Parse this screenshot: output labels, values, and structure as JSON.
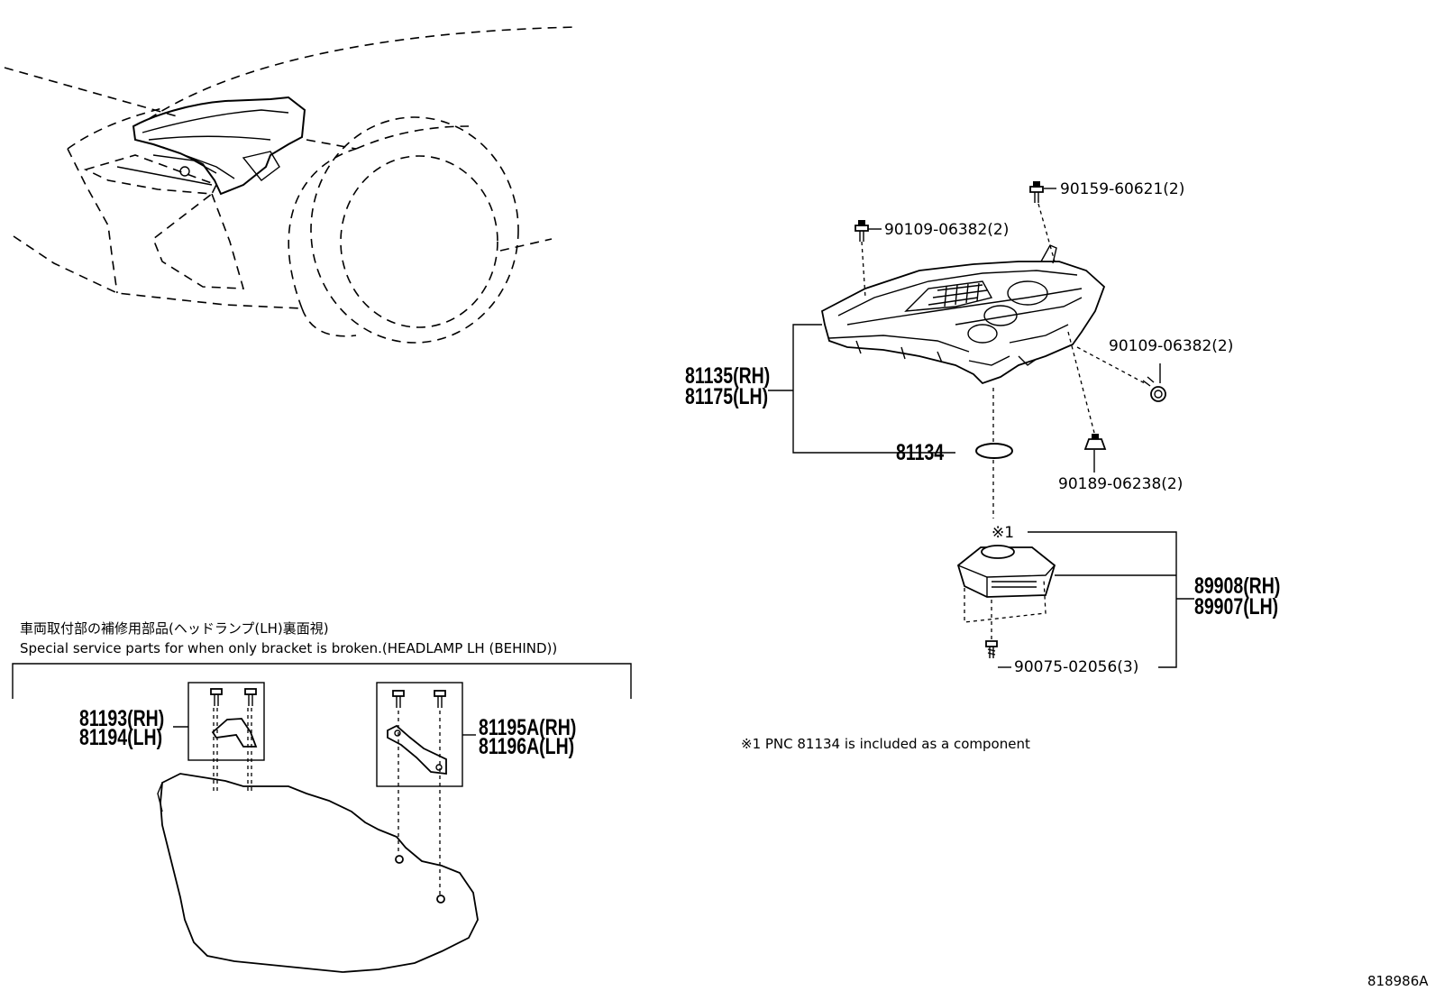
{
  "labels": {
    "p1": "90159-60621(2)",
    "p2": "90109-06382(2)",
    "p3": "90109-06382(2)",
    "p4": "90189-06238(2)",
    "p5": "81135(RH)",
    "p6": "81175(LH)",
    "p7": "81134",
    "p8": "89908(RH)",
    "p9": "89907(LH)",
    "p10": "90075-02056(3)",
    "p11": "81193(RH)",
    "p12": "81194(LH)",
    "p13": "81195A(RH)",
    "p14": "81196A(LH)"
  },
  "marker": "※1",
  "footnote": "※1 PNC 81134 is included as a component",
  "inset": {
    "title_jp": "車両取付部の補修用部品(ヘッドランプ(LH)裏面視)",
    "title_en": "Special service parts for when only bracket is broken.(HEADLAMP LH (BEHIND))"
  },
  "diagram_code": "818986A"
}
